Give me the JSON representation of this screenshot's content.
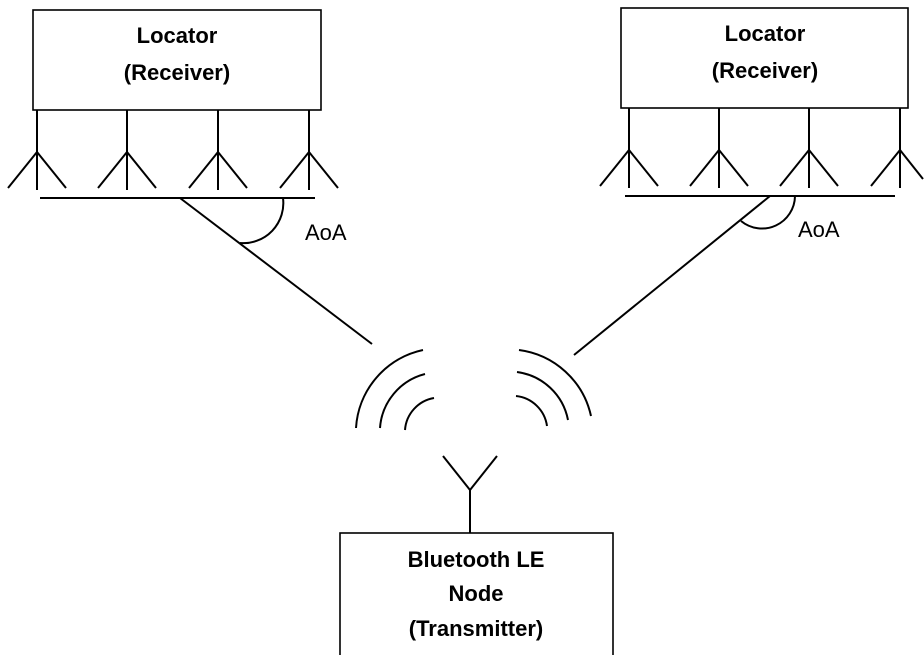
{
  "diagram": {
    "locator_left": {
      "line1": "Locator",
      "line2": "(Receiver)"
    },
    "locator_right": {
      "line1": "Locator",
      "line2": "(Receiver)"
    },
    "angle_label_left": "AoA",
    "angle_label_right": "AoA",
    "transmitter": {
      "line1": "Bluetooth LE",
      "line2": "Node",
      "line3": "(Transmitter)"
    }
  }
}
